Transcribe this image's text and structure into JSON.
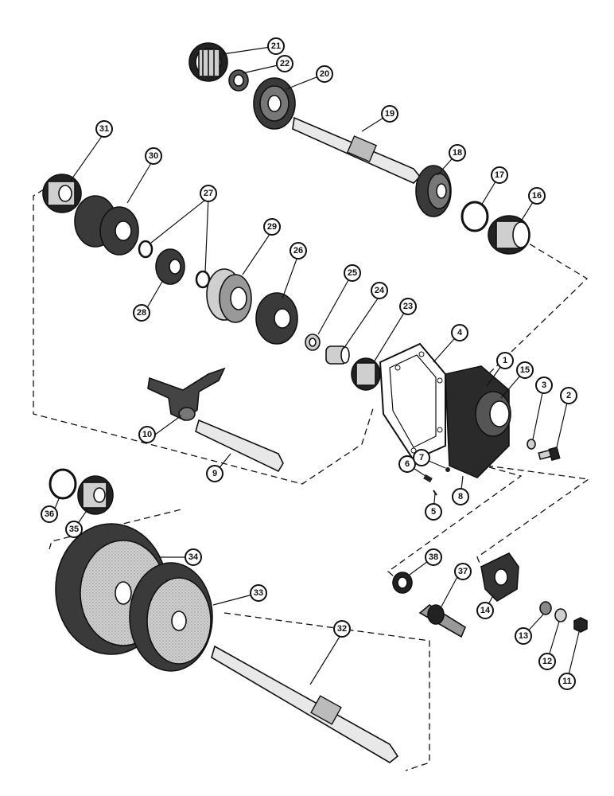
{
  "callouts": [
    {
      "id": "c1",
      "num": "1"
    },
    {
      "id": "c2",
      "num": "2"
    },
    {
      "id": "c3",
      "num": "3"
    },
    {
      "id": "c4",
      "num": "4"
    },
    {
      "id": "c5",
      "num": "5"
    },
    {
      "id": "c6",
      "num": "6"
    },
    {
      "id": "c7",
      "num": "7"
    },
    {
      "id": "c8",
      "num": "8"
    },
    {
      "id": "c9",
      "num": "9"
    },
    {
      "id": "c10",
      "num": "10"
    },
    {
      "id": "c11",
      "num": "11"
    },
    {
      "id": "c12",
      "num": "12"
    },
    {
      "id": "c13",
      "num": "13"
    },
    {
      "id": "c14",
      "num": "14"
    },
    {
      "id": "c15",
      "num": "15"
    },
    {
      "id": "c16",
      "num": "16"
    },
    {
      "id": "c17",
      "num": "17"
    },
    {
      "id": "c18",
      "num": "18"
    },
    {
      "id": "c19",
      "num": "19"
    },
    {
      "id": "c20",
      "num": "20"
    },
    {
      "id": "c21",
      "num": "21"
    },
    {
      "id": "c22",
      "num": "22"
    },
    {
      "id": "c23",
      "num": "23"
    },
    {
      "id": "c24",
      "num": "24"
    },
    {
      "id": "c25",
      "num": "25"
    },
    {
      "id": "c26",
      "num": "26"
    },
    {
      "id": "c27",
      "num": "27"
    },
    {
      "id": "c28",
      "num": "28"
    },
    {
      "id": "c29",
      "num": "29"
    },
    {
      "id": "c30",
      "num": "30"
    },
    {
      "id": "c31",
      "num": "31"
    },
    {
      "id": "c32",
      "num": "32"
    },
    {
      "id": "c33",
      "num": "33"
    },
    {
      "id": "c34",
      "num": "34"
    },
    {
      "id": "c35",
      "num": "35"
    },
    {
      "id": "c36",
      "num": "36"
    },
    {
      "id": "c37",
      "num": "37"
    },
    {
      "id": "c38",
      "num": "38"
    }
  ]
}
